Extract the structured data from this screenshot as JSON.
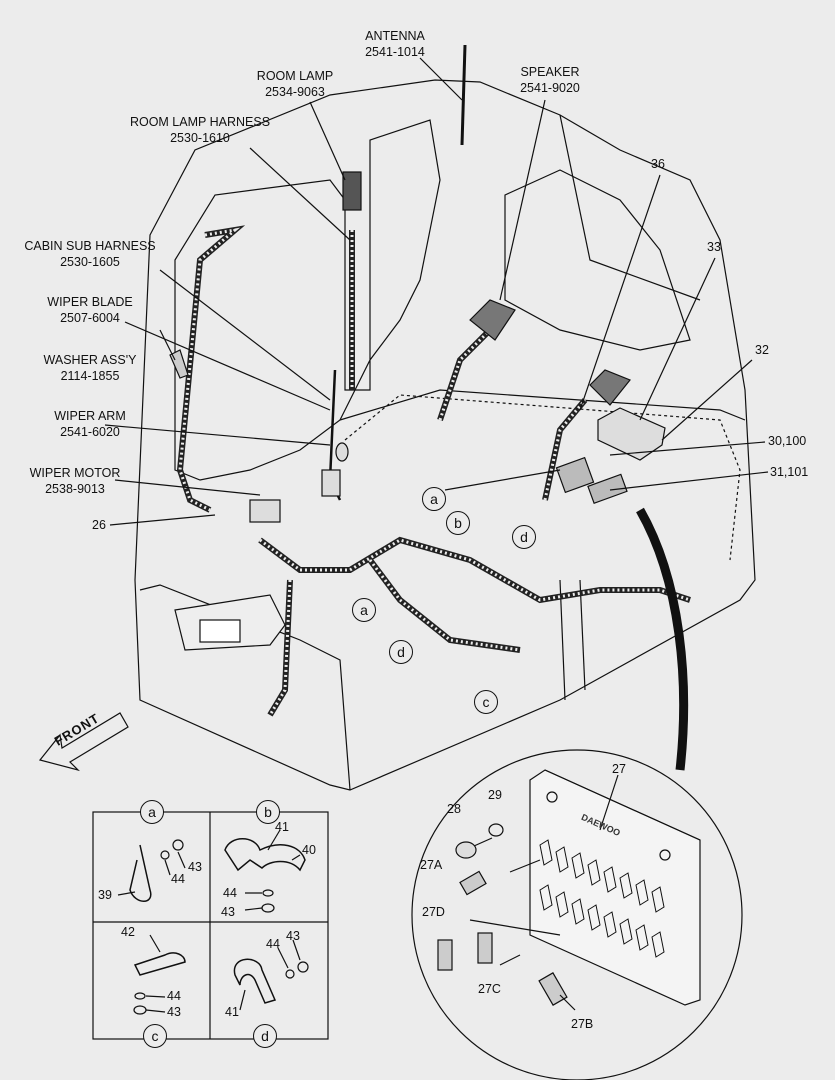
{
  "title_labels": [
    {
      "id": "antenna",
      "title": "ANTENNA",
      "number": "2541-1014"
    },
    {
      "id": "room-lamp",
      "title": "ROOM LAMP",
      "number": "2534-9063"
    },
    {
      "id": "room-lamp-harness",
      "title": "ROOM LAMP HARNESS",
      "number": "2530-1610"
    },
    {
      "id": "speaker",
      "title": "SPEAKER",
      "number": "2541-9020"
    },
    {
      "id": "cabin-sub-harness",
      "title": "CABIN SUB HARNESS",
      "number": "2530-1605"
    },
    {
      "id": "wiper-blade",
      "title": "WIPER BLADE",
      "number": "2507-6004"
    },
    {
      "id": "washer-assy",
      "title": "WASHER ASS'Y",
      "number": "2114-1855"
    },
    {
      "id": "wiper-arm",
      "title": "WIPER ARM",
      "number": "2541-6020"
    },
    {
      "id": "wiper-motor",
      "title": "WIPER MOTOR",
      "number": "2538-9013"
    }
  ],
  "callouts": {
    "c36": "36",
    "c33": "33",
    "c32": "32",
    "c30": "30,100",
    "c31": "31,101",
    "c26": "26",
    "c27": "27",
    "c28": "28",
    "c29": "29",
    "c27A": "27A",
    "c27D": "27D",
    "c27C": "27C",
    "c27B": "27B",
    "c41b": "41",
    "c40": "40",
    "c44b": "44",
    "c43b": "43",
    "c43a": "43",
    "c44a": "44",
    "c39": "39",
    "c42": "42",
    "c44c": "44",
    "c43c": "43",
    "c44d": "44",
    "c43d": "43",
    "c41d": "41"
  },
  "detail_refs": {
    "main_a1": "a",
    "main_a2": "a",
    "main_b": "b",
    "main_c": "c",
    "main_d1": "d",
    "main_d2": "d",
    "box_a": "a",
    "box_b": "b",
    "box_c": "c",
    "box_d": "d"
  },
  "front_arrow": "FRONT",
  "fuse_box_brand": "DAEWOO"
}
